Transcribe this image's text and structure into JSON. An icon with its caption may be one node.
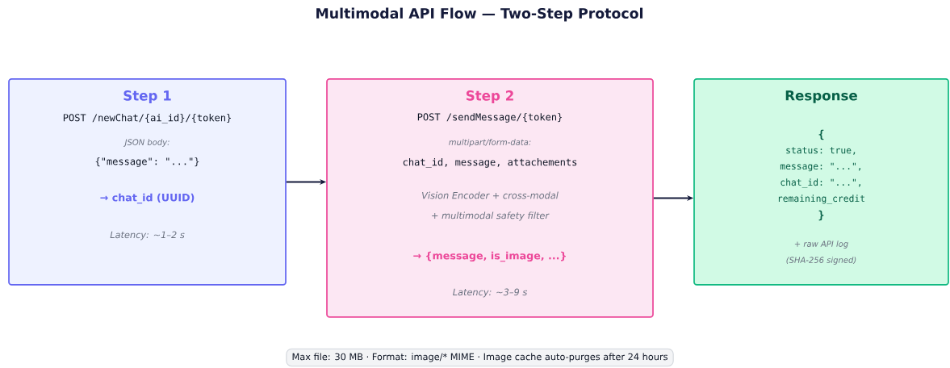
{
  "diagram": {
    "title": "Multimodal API Flow — Two-Step Protocol",
    "nodes": [
      {
        "text": [
          "Step 1",
          "POST /newChat/{ai_id}/{token}",
          "JSON body:",
          "{\"message\": \"...\"}",
          "→  chat_id (UUID)",
          "Latency: ~1–2 s"
        ]
      },
      {
        "text": [
          "Step 2",
          "POST /sendMessage/{token}",
          "multipart/form-data:",
          "chat_id, message, attachements",
          "Vision Encoder + cross-modal",
          "+ multimodal safety filter",
          "→  {message, is_image, ...}",
          "Latency: ~3–9 s"
        ]
      },
      {
        "text": [
          "Response",
          "{",
          "status: true,",
          "message: \"...\",",
          "chat_id: \"...\",",
          "remaining_credit",
          "}",
          "+ raw API log",
          "(SHA-256 signed)"
        ]
      },
      {
        "text": [
          "Max file: 30 MB  ·  Format: image/* MIME  ·  Image cache auto-purges after 24 hours"
        ]
      }
    ],
    "edges": [
      {
        "from": 0,
        "to": 1,
        "arrow": "to"
      },
      {
        "from": 1,
        "to": 2,
        "arrow": "to"
      }
    ]
  }
}
